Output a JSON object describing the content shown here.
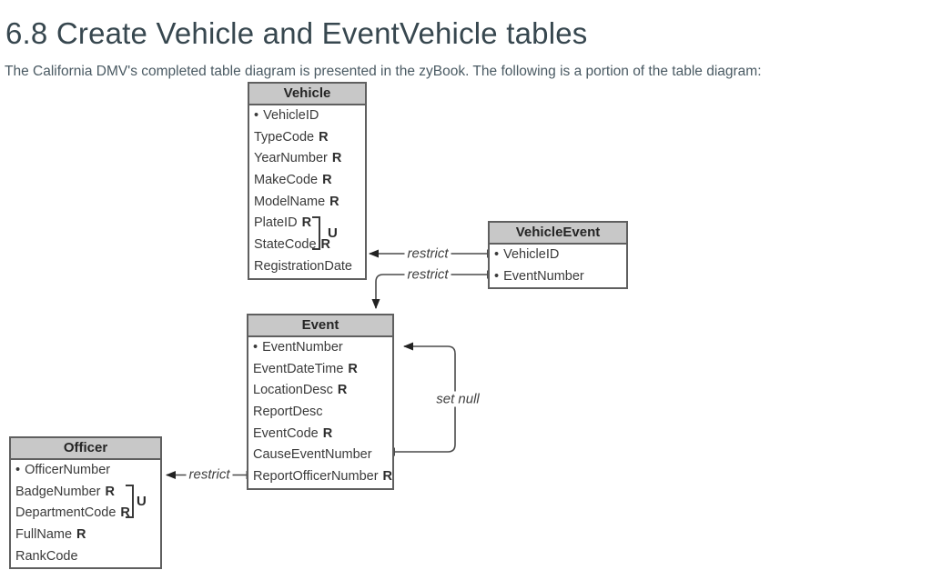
{
  "page": {
    "title": "6.8 Create Vehicle and EventVehicle tables",
    "intro": "The California DMV's completed table diagram is presented in the zyBook. The following is a portion of the table diagram:"
  },
  "colors": {
    "heading_text": "#37474f",
    "table_header_fill": "#c8c8c8",
    "table_border": "#5f5f5f",
    "arrow_line": "#4a4a4a"
  },
  "diagram": {
    "tables": {
      "vehicle": {
        "title": "Vehicle",
        "unique_label": "U",
        "rows": [
          {
            "bullet": "•",
            "name": "VehicleID"
          },
          {
            "name": "TypeCode",
            "req": "R"
          },
          {
            "name": "YearNumber",
            "req": "R"
          },
          {
            "name": "MakeCode",
            "req": "R"
          },
          {
            "name": "ModelName",
            "req": "R"
          },
          {
            "name": "PlateID",
            "req": "R"
          },
          {
            "name": "StateCode",
            "req": "R"
          },
          {
            "name": "RegistrationDate"
          }
        ]
      },
      "vehicle_event": {
        "title": "VehicleEvent",
        "rows": [
          {
            "bullet": "•",
            "name": "VehicleID"
          },
          {
            "bullet": "•",
            "name": "EventNumber"
          }
        ]
      },
      "event": {
        "title": "Event",
        "rows": [
          {
            "bullet": "•",
            "name": "EventNumber"
          },
          {
            "name": "EventDateTime",
            "req": "R"
          },
          {
            "name": "LocationDesc",
            "req": "R"
          },
          {
            "name": "ReportDesc"
          },
          {
            "name": "EventCode",
            "req": "R"
          },
          {
            "name": "CauseEventNumber"
          },
          {
            "name": "ReportOfficerNumber",
            "req": "R"
          }
        ]
      },
      "officer": {
        "title": "Officer",
        "unique_label": "U",
        "rows": [
          {
            "bullet": "•",
            "name": "OfficerNumber"
          },
          {
            "name": "BadgeNumber",
            "req": "R"
          },
          {
            "name": "DepartmentCode",
            "req": "R"
          },
          {
            "name": "FullName",
            "req": "R"
          },
          {
            "name": "RankCode"
          }
        ]
      }
    },
    "edge_labels": {
      "restrict_vehicle": "restrict",
      "restrict_event": "restrict",
      "set_null": "set null",
      "restrict_officer": "restrict"
    }
  }
}
